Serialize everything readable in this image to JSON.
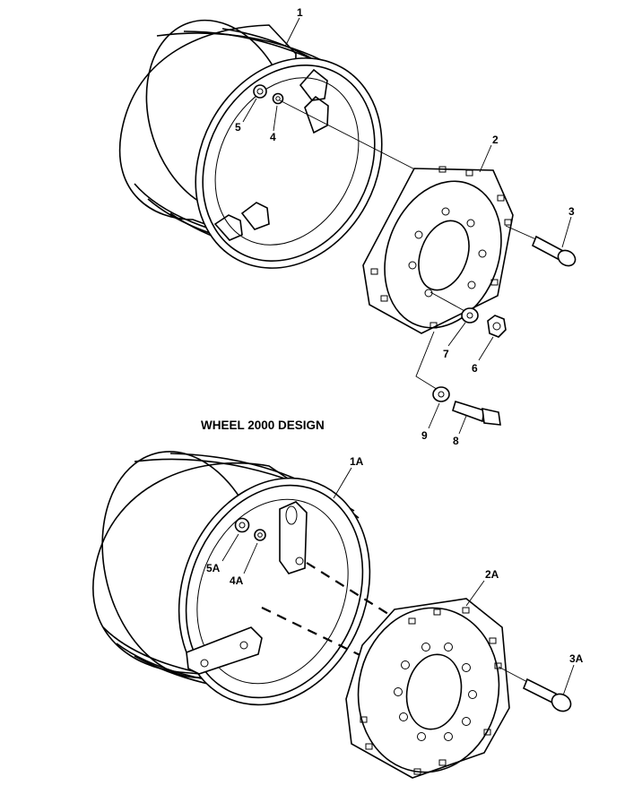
{
  "figure": {
    "section_heading": "WHEEL 2000 DESIGN",
    "top_assembly": {
      "callouts": {
        "rim": "1",
        "center_disc": "2",
        "disc_bolt": "3",
        "washer_rim": "4",
        "nut_rim": "5",
        "nut": "6",
        "washer": "7",
        "bolt": "8",
        "flat_washer": "9"
      }
    },
    "bottom_assembly": {
      "callouts": {
        "rim": "1A",
        "center_disc": "2A",
        "disc_bolt": "3A",
        "washer_rim": "4A",
        "nut_rim": "5A"
      }
    }
  }
}
